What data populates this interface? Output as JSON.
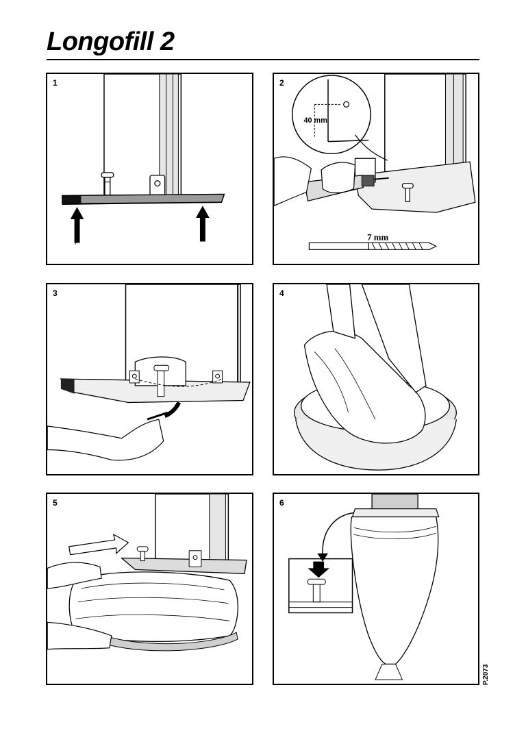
{
  "title": "Longofill 2",
  "panels": [
    {
      "number": "1"
    },
    {
      "number": "2",
      "callout_label": "40 mm",
      "drill_bit_label": "7 mm"
    },
    {
      "number": "3"
    },
    {
      "number": "4"
    },
    {
      "number": "5"
    },
    {
      "number": "6"
    }
  ],
  "reference": "P.2073"
}
